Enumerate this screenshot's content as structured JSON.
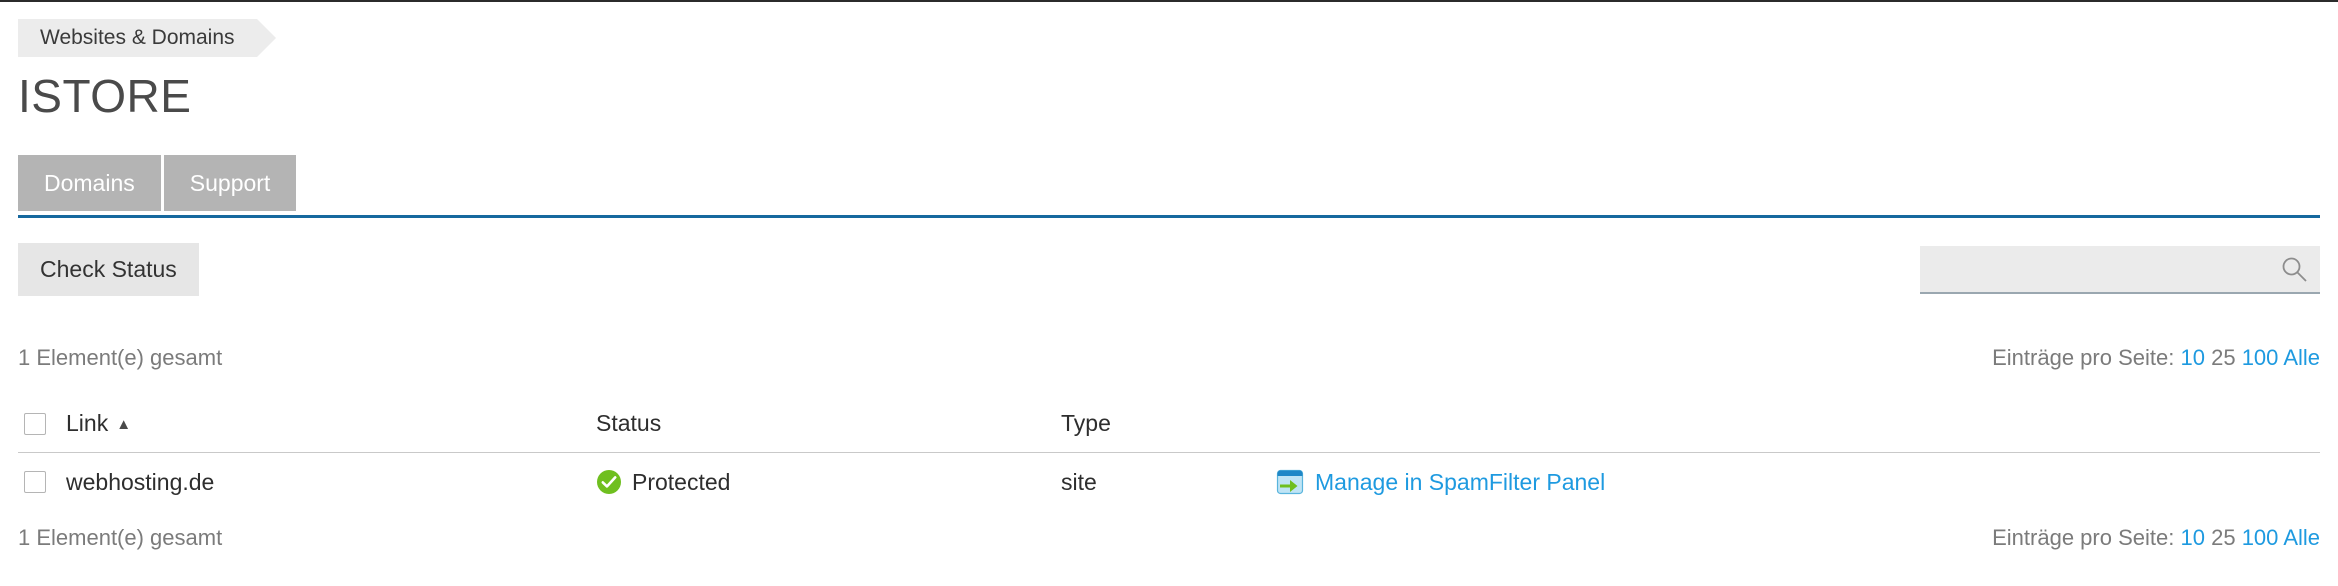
{
  "breadcrumb": {
    "label": "Websites & Domains"
  },
  "header": {
    "title": "ISTORE"
  },
  "tabs": [
    {
      "label": "Domains",
      "name": "tab-domains"
    },
    {
      "label": "Support",
      "name": "tab-support"
    }
  ],
  "toolbar": {
    "check_status_label": "Check Status"
  },
  "search": {
    "value": "",
    "placeholder": ""
  },
  "list": {
    "count_label": "1 Element(e) gesamt",
    "pager_label": "Einträge pro Seite:",
    "pager_options": [
      {
        "label": "10",
        "current": false
      },
      {
        "label": "25",
        "current": true
      },
      {
        "label": "100",
        "current": false
      },
      {
        "label": "Alle",
        "current": false
      }
    ]
  },
  "table": {
    "columns": {
      "link": "Link",
      "status": "Status",
      "type": "Type"
    },
    "sort": {
      "column": "Link",
      "caret": "▲"
    },
    "rows": [
      {
        "link": "webhosting.de",
        "status": "Protected",
        "type": "site",
        "action": "Manage in SpamFilter Panel"
      }
    ]
  },
  "colors": {
    "accent_blue": "#16689e",
    "link_blue": "#1e9ae0",
    "tab_grey": "#b4b4b4",
    "status_green": "#6fbf1f",
    "text_grey": "#7b7b7b"
  }
}
